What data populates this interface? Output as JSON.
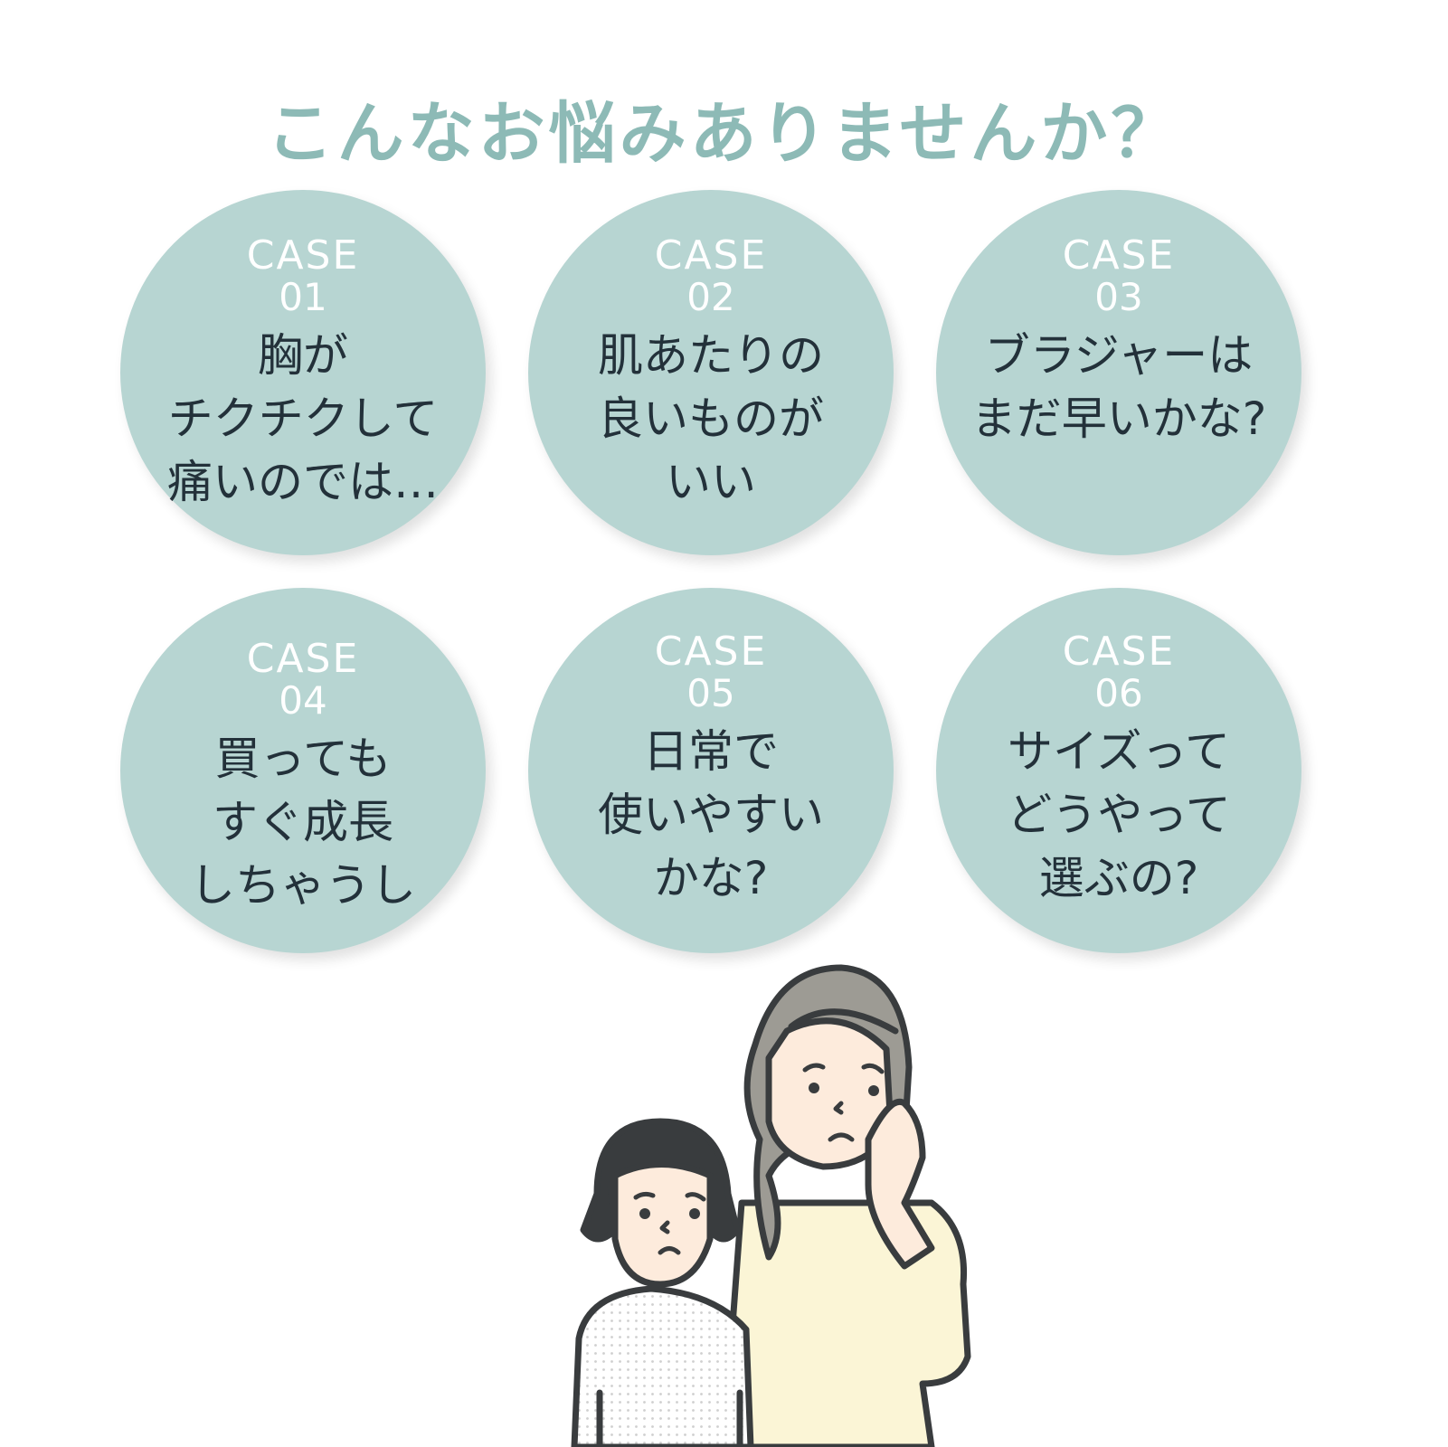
{
  "title": "こんなお悩みありませんか？",
  "cases": [
    {
      "label": "CASE",
      "number": "01",
      "text": "胸が\nチクチクして\n痛いのでは…"
    },
    {
      "label": "CASE",
      "number": "02",
      "text": "肌あたりの\n良いものが\nいい"
    },
    {
      "label": "CASE",
      "number": "03",
      "text": "ブラジャーは\nまだ早いかな?"
    },
    {
      "label": "CASE",
      "number": "04",
      "text": "買っても\nすぐ成長\nしちゃうし"
    },
    {
      "label": "CASE",
      "number": "05",
      "text": "日常で\n使いやすい\nかな?"
    },
    {
      "label": "CASE",
      "number": "06",
      "text": "サイズって\nどうやって\n選ぶの?"
    }
  ],
  "colors": {
    "accent": "#8dbab6",
    "circle": "#b7d5d2",
    "text": "#23313a"
  }
}
